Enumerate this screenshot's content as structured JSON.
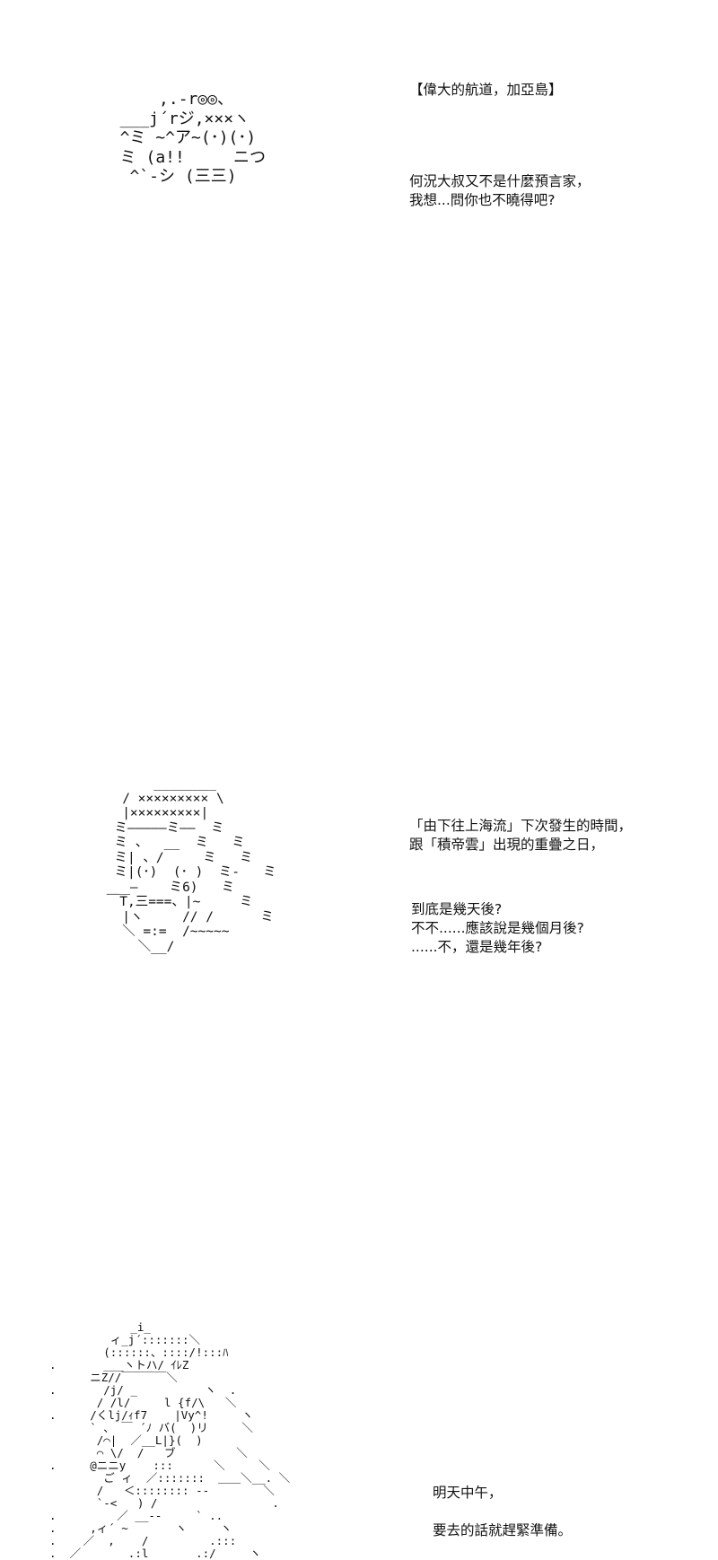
{
  "title": "【偉大的航道，加亞島】",
  "panels": [
    {
      "art": "      ,.-r◎◎、\n  ___j´rジ,×××ヽ\n  ^ミ ~^ア~(･)(･)\n  ミ (a!!     ニつ\n   ^`-シ (三三)",
      "text": [
        "何況大叔又不是什麼預言家，",
        "我想...問你也不曉得吧?"
      ]
    },
    {
      "art": "       ________\n   / ××××××××× \\\n   |×××××××××|\n  ミ―――――ミ――  ミ\n  ミ 、  __  ミ   ミ\n  ミ| 、/     ミ   ミ\n  ミ|(･)  (･ )  ミ-   ミ\n ___―    ミ6)   ミ\n ￣T,三===、|~     ミ\n   |ヽ     // /      ミ\n   ＼ =:=  /~~~~~\n     ＼__/",
      "text_a": [
        "「由下往上海流」下次發生的時間，",
        "跟「積帝雲」出現的重疊之日，"
      ],
      "text_b": [
        "到底是幾天後?",
        "不不......應該說是幾個月後?",
        "......不，還是幾年後?"
      ]
    },
    {
      "art": "              _i_\n           ィ_j´:::::::＼\n          (::::::、::::/!:::ﾊ\n  .       ___ヽトハ/ ｲﾚZ\n        ニZ//￣￣￣￣＼\n  .       /j/ _          ヽ  .\n         / /l/     l {f/\\   ＼\n  .     /くlj/ｨf7    |Vy^!     ヽ\n        ` 、 ￣ ´ﾉ バ(  )リ     ＼\n         /⌒|  ／__L|}(  )\n         ⌒ \\/  /   ブ         ＼\n  .     @ニニy    :::      ＼     ＼\n          ご ィ  ／:::::::  ＿＿＼__. ＼\n         /   ＜:::::::: --        ＼\n         `-<   ) /                 .\n  .         ／ __--     ` ..\n  .     ,ィ´ ~       ヽ     ヽ\n  .    ／  ,    /         .:::\n  .  ／       .:l       .:/     ヽ",
      "text": [
        "明天中午，",
        "",
        "要去的話就趕緊準備。"
      ]
    }
  ]
}
